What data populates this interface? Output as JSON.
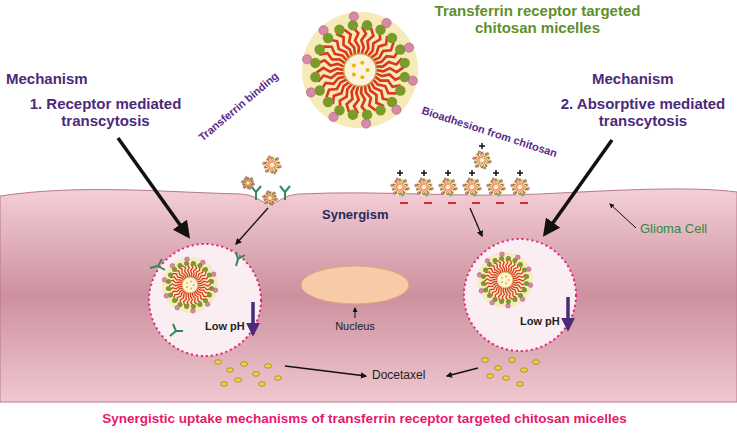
{
  "diagram": {
    "caption": "Synergistic uptake mechanisms of transferrin receptor targeted chitosan micelles",
    "nodes": [
      {
        "text": [
          "Transferrin receptor targeted chitosan micelles"
        ]
      },
      {
        "text": [
          "Glioma Cell"
        ]
      },
      {
        "text": [
          "Low pH"
        ],
        "in": 1
      },
      {
        "text": [
          "Nucleus"
        ],
        "in": 1
      },
      {
        "text": [
          "Low pH"
        ],
        "in": 1
      }
    ],
    "labels": [
      "Mechanism",
      "1. Receptor mediated transcytosis",
      "Mechanism",
      "2. Absorptive mediated transcytosis",
      "Transferrin binding",
      "Bioadhesion from chitosan",
      "Synergism",
      "Docetaxel"
    ]
  }
}
